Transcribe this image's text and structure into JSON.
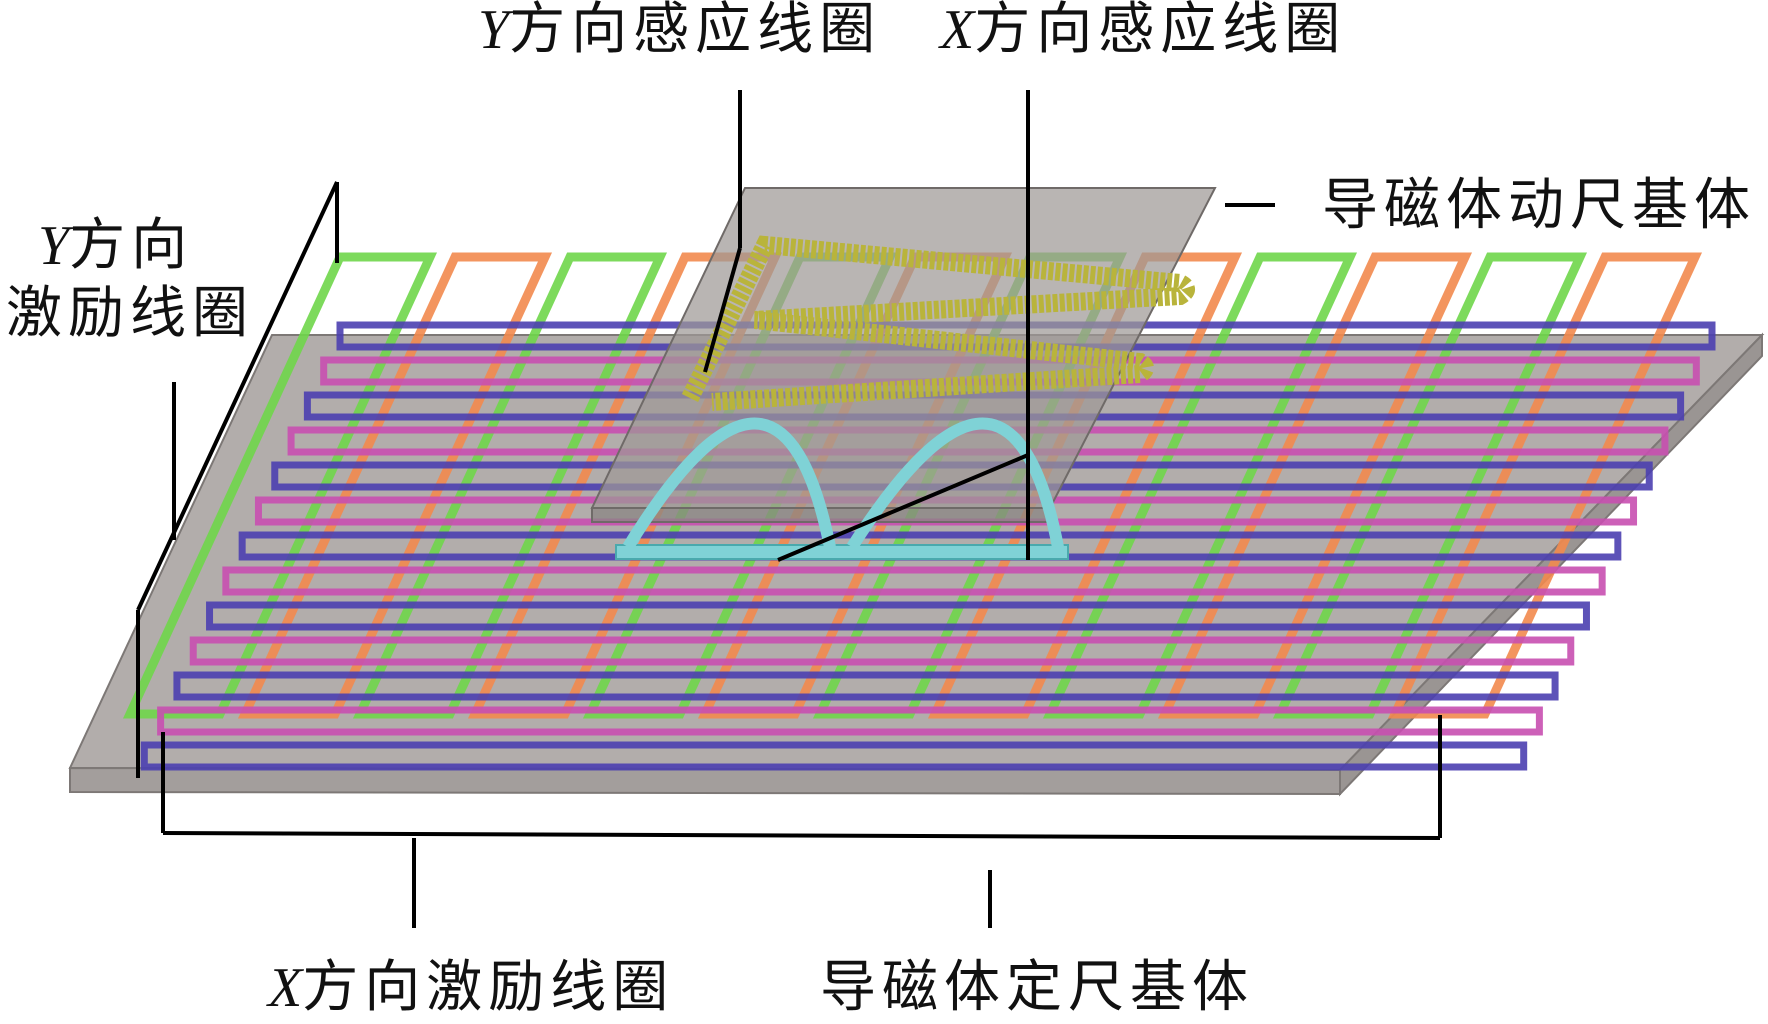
{
  "labels": {
    "y_sense": {
      "letter": "Y",
      "text": "方向感应线圈"
    },
    "x_sense": {
      "letter": "X",
      "text": "方向感应线圈"
    },
    "moving_base": {
      "text": "导磁体动尺基体"
    },
    "y_excite": {
      "letter": "Y",
      "line1": "方向",
      "line2": "激励线圈"
    },
    "x_excite": {
      "letter": "X",
      "text": "方向激励线圈"
    },
    "fixed_base": {
      "text": "导磁体定尺基体"
    }
  },
  "colors": {
    "base_plate": "#b2adab",
    "moving_plate": "#9e9896",
    "coil_green": "#6fd64a",
    "coil_orange": "#f2894e",
    "coil_blue": "#4b3fb0",
    "coil_magenta": "#c84fb0",
    "coil_yellow": "#b9b43b",
    "coil_cyan": "#7fd2d6",
    "leader_line": "#000000"
  }
}
